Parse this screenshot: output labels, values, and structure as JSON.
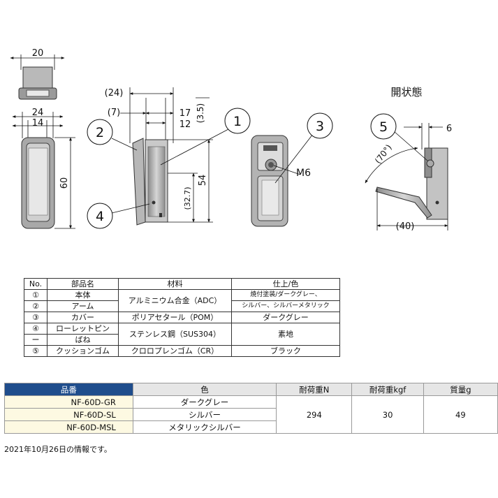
{
  "drawing": {
    "dims": {
      "top_w": "20",
      "front_w1": "24",
      "front_w2": "14",
      "front_h": "60",
      "side_w": "(24)",
      "side_a": "(7)",
      "side_b": "17",
      "side_c": "12",
      "side_d": "(3.5)",
      "side_h1": "54",
      "side_h2": "(32.7)",
      "back_thread": "M6",
      "open_title": "開状態",
      "open_angle": "(70°)",
      "open_w": "6",
      "open_len": "(40)"
    },
    "callouts": [
      "1",
      "2",
      "3",
      "4",
      "5"
    ]
  },
  "parts_table": {
    "headers": [
      "No.",
      "部品名",
      "材料",
      "仕上/色"
    ],
    "rows": [
      {
        "no": "①",
        "name": "本体",
        "material": "アルミニウム合金（ADC）",
        "finish": "焼付塗装/ダークグレー、"
      },
      {
        "no": "②",
        "name": "アーム",
        "material": "",
        "finish": "シルバー、シルバーメタリック"
      },
      {
        "no": "③",
        "name": "カバー",
        "material": "ポリアセタール（POM）",
        "finish": "ダークグレー"
      },
      {
        "no": "④",
        "name": "ローレットピン",
        "material": "ステンレス鋼（SUS304）",
        "finish": "素地"
      },
      {
        "no": "ー",
        "name": "ばね",
        "material": "",
        "finish": ""
      },
      {
        "no": "⑤",
        "name": "クッションゴム",
        "material": "クロロプレンゴム（CR）",
        "finish": "ブラック"
      }
    ]
  },
  "product_table": {
    "headers": [
      "品番",
      "色",
      "耐荷重N",
      "耐荷重kgf",
      "質量g"
    ],
    "rows": [
      {
        "part": "NF-60D-GR",
        "color": "ダークグレー"
      },
      {
        "part": "NF-60D-SL",
        "color": "シルバー"
      },
      {
        "part": "NF-60D-MSL",
        "color": "メタリックシルバー"
      }
    ],
    "load_n": "294",
    "load_kgf": "30",
    "mass": "49"
  },
  "note": "2021年10月26日の情報です。"
}
